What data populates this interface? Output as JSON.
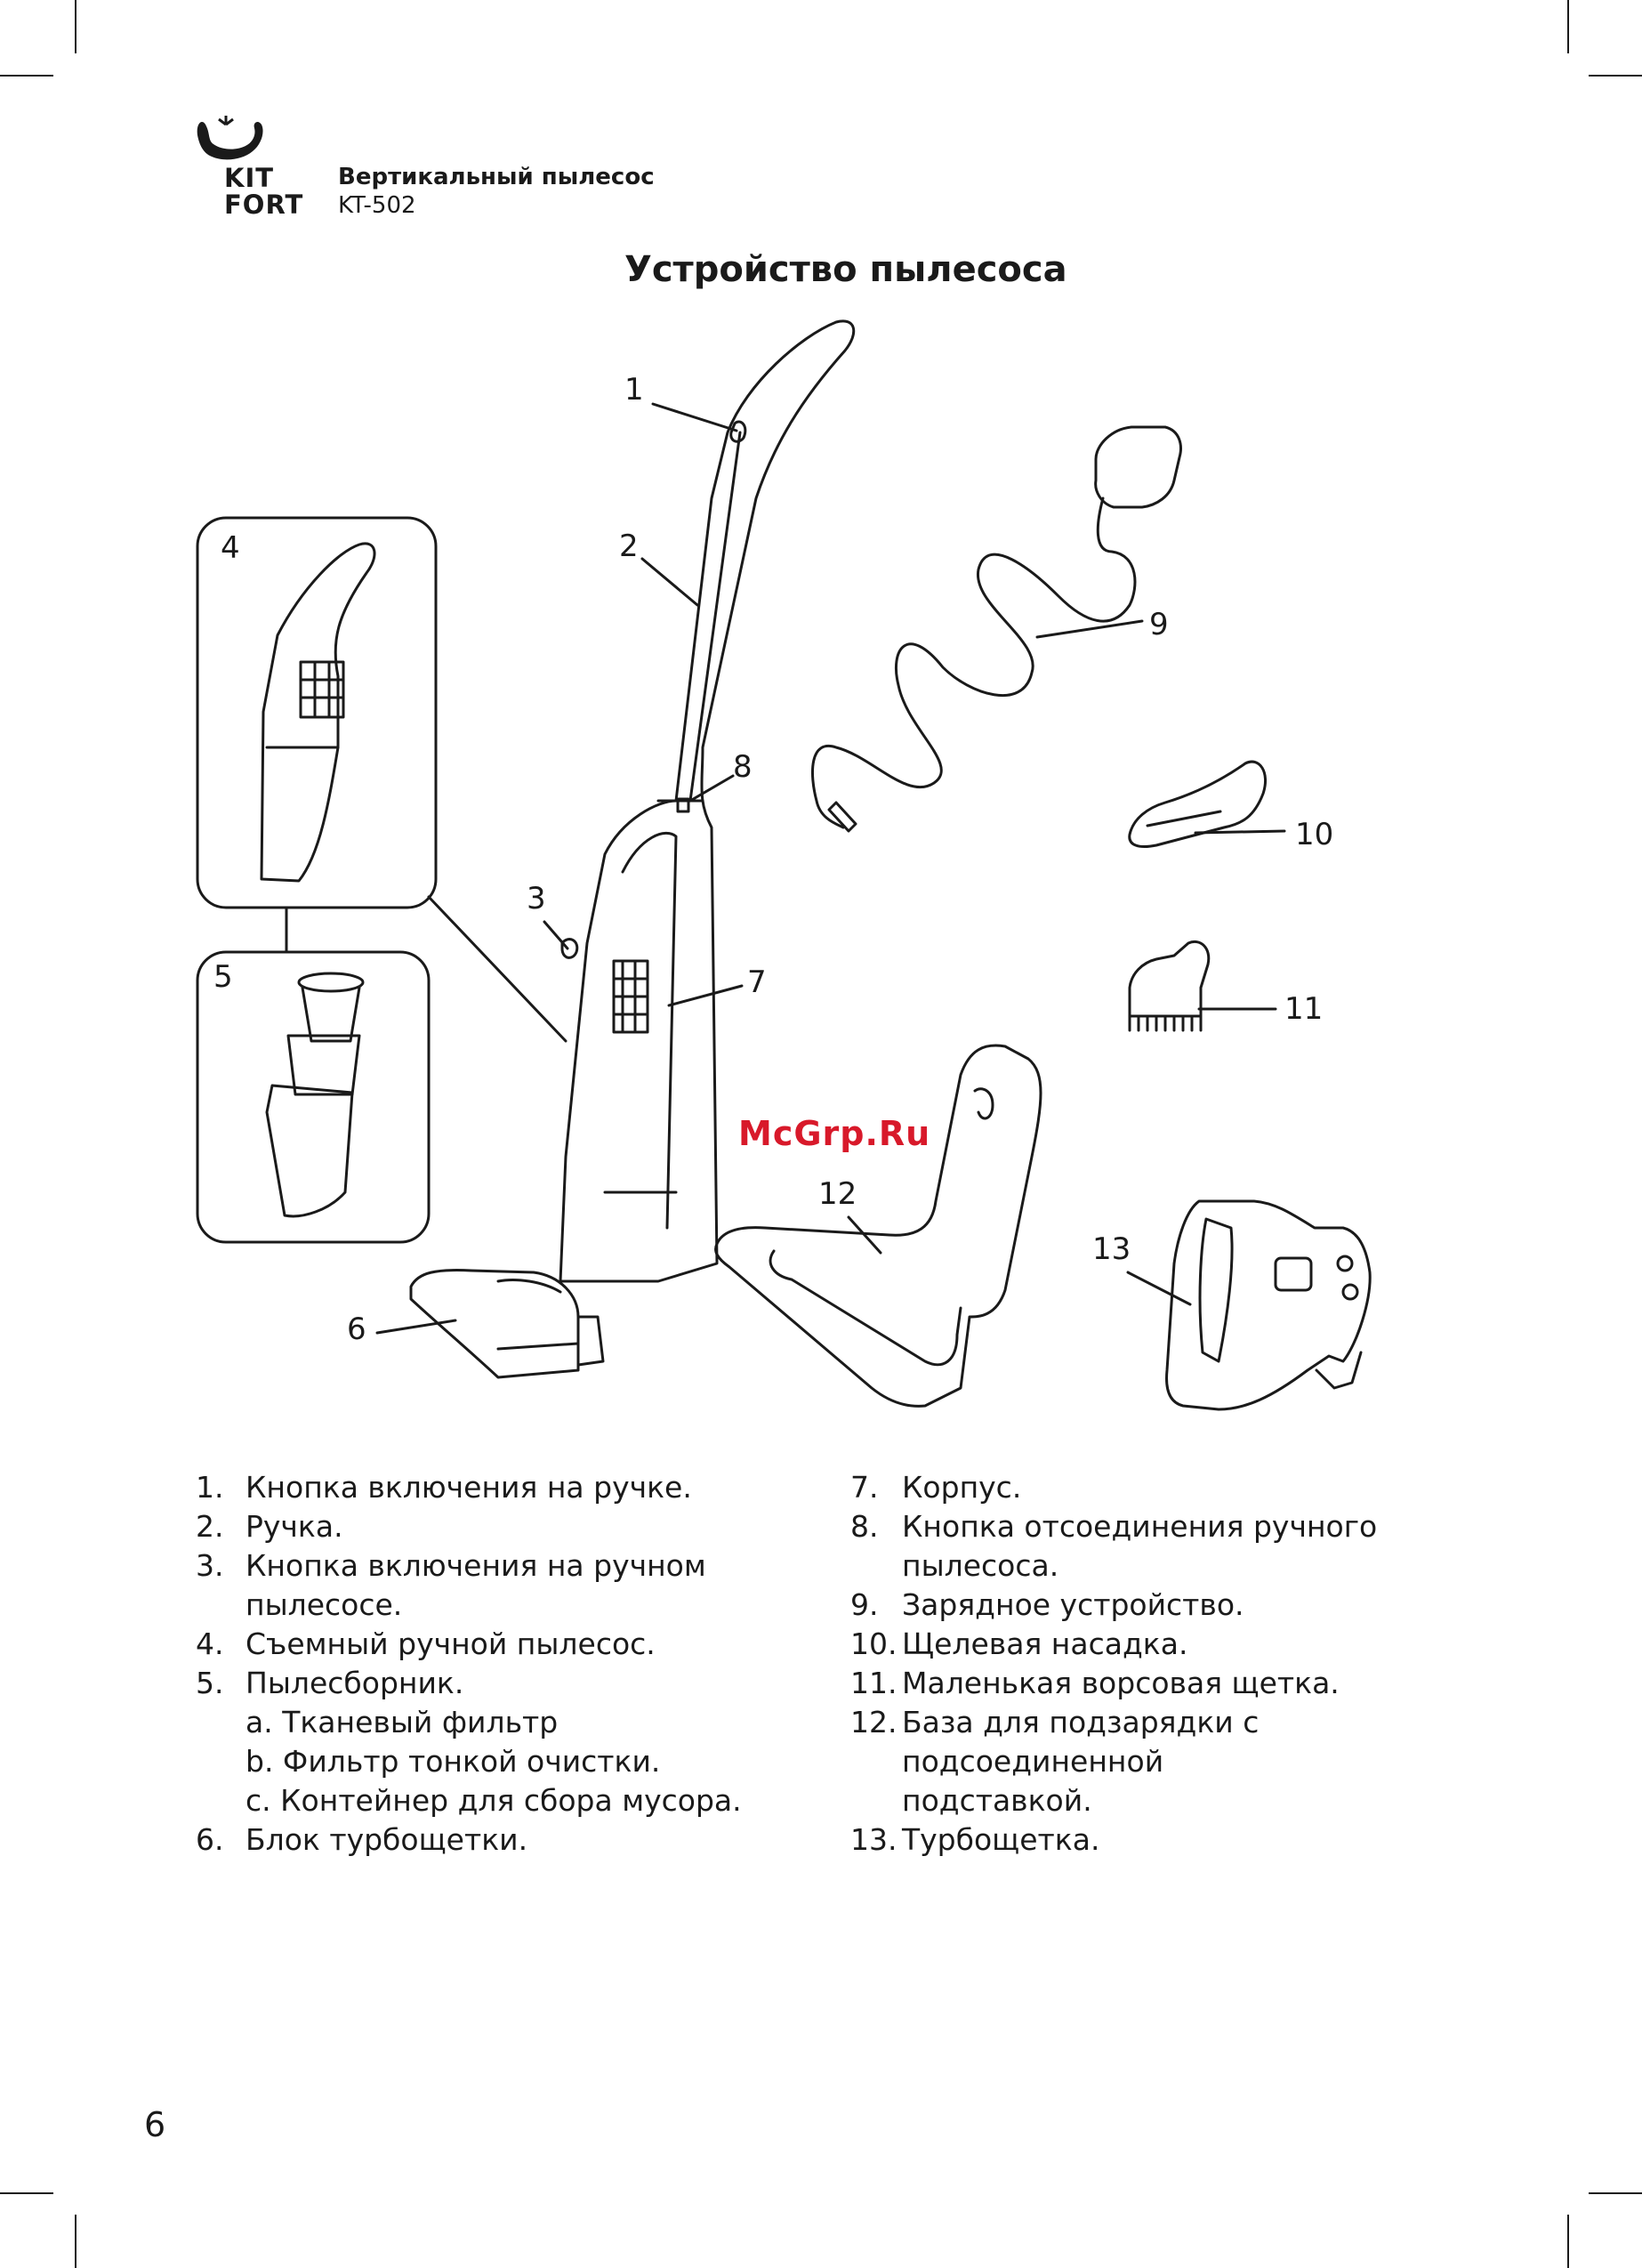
{
  "header": {
    "brand_line1": "KIT",
    "brand_line2": "FORT",
    "doc_title": "Вертикальный пылесос",
    "doc_model": "KT-502"
  },
  "section_title": "Устройство пылесоса",
  "watermark": "McGrp.Ru",
  "callouts": [
    "1",
    "2",
    "3",
    "4",
    "5",
    "6",
    "7",
    "8",
    "9",
    "10",
    "11",
    "12",
    "13"
  ],
  "legend_left": [
    {
      "num": "1.",
      "text": "Кнопка включения на ручке."
    },
    {
      "num": "2.",
      "text": "Ручка."
    },
    {
      "num": "3.",
      "text": "Кнопка включения на ручном пылесосе."
    },
    {
      "num": "4.",
      "text": "Съемный ручной пылесос."
    },
    {
      "num": "5.",
      "text": "Пылесборник."
    },
    {
      "num": "",
      "text": "a. Тканевый фильтр"
    },
    {
      "num": "",
      "text": "b. Фильтр тонкой очистки."
    },
    {
      "num": "",
      "text": "c. Контейнер для сбора мусора."
    },
    {
      "num": "6.",
      "text": "Блок турбощетки."
    }
  ],
  "legend_right": [
    {
      "num": "7.",
      "text": "Корпус."
    },
    {
      "num": "8.",
      "text": "Кнопка отсоединения ручного пылесоса."
    },
    {
      "num": "9.",
      "text": "Зарядное устройство."
    },
    {
      "num": "10.",
      "text": "Щелевая насадка."
    },
    {
      "num": "11.",
      "text": "Маленькая ворсовая щетка."
    },
    {
      "num": "12.",
      "text": "База для подзарядки с подсоединенной"
    },
    {
      "num": "",
      "text": "подставкой."
    },
    {
      "num": "13.",
      "text": "Турбощетка."
    }
  ],
  "page_number": "6"
}
